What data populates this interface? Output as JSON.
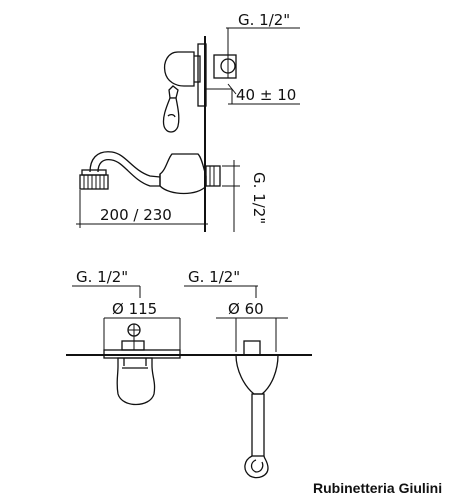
{
  "side_view": {
    "dim_thread": "G. 1/2\"",
    "dim_height": "40 ± 10",
    "dim_spout_thread": "G. 1/2\"",
    "dim_length": "200 / 230"
  },
  "bottom_left": {
    "dim_thread": "G. 1/2\"",
    "dim_diameter": "Ø 115"
  },
  "bottom_right": {
    "dim_thread": "G. 1/2\"",
    "dim_diameter": "Ø 60"
  },
  "brand": "Rubinetteria Giulini"
}
